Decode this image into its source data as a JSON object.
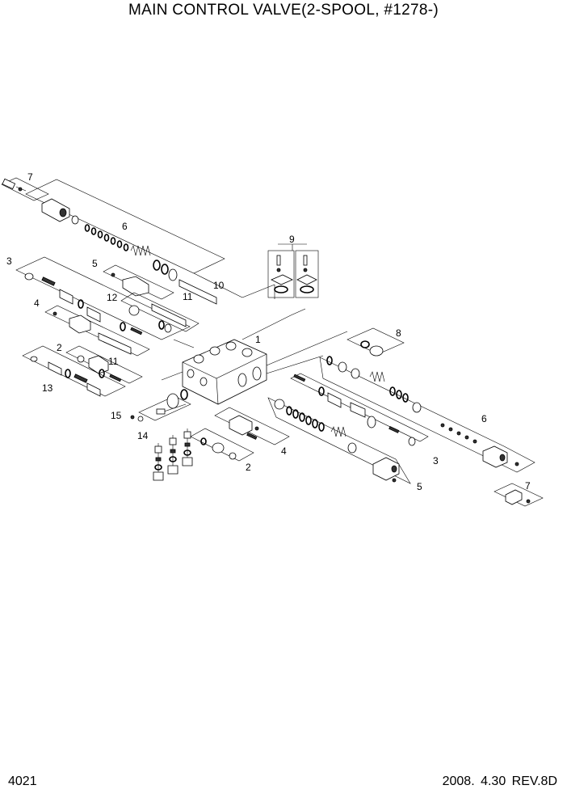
{
  "title": "MAIN CONTROL VALVE(2-SPOOL, #1278-)",
  "page_number": "4021",
  "revision": "2008. 4.30  REV.8D",
  "callouts": [
    "1",
    "2",
    "3",
    "4",
    "5",
    "6",
    "7",
    "8",
    "9",
    "10",
    "11",
    "12",
    "13",
    "14",
    "15"
  ]
}
